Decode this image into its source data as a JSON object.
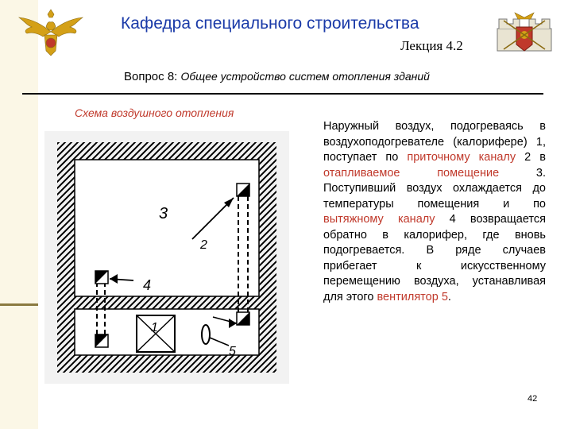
{
  "header": {
    "department": "Кафедра специального строительства",
    "lecture": "Лекция 4.2"
  },
  "question": {
    "label": "Вопрос 8:",
    "subject": "Общее устройство систем отопления зданий"
  },
  "figure": {
    "caption": "Схема воздушного отопления",
    "labels": {
      "room": "3",
      "supply": "2",
      "exhaust": "4",
      "heater": "1",
      "fan": "5"
    }
  },
  "description": {
    "t1": "Наружный воздух, подогреваясь в воздухоподогревателе (калорифере) ",
    "n1": "1",
    "t2": ", поступает по ",
    "r1": "приточному каналу ",
    "n2": "2",
    "t3": " в ",
    "r2": "отапливаемое помещение ",
    "n3": "3",
    "t4": ". Поступивший воздух охлаждается до температуры помещения и по ",
    "r3": "вытяжному каналу ",
    "n4": "4",
    "t5": " возвращается обратно в калорифер, где вновь подогревается. В ряде случаев прибегает к искусственному перемещению воздуха, устанавливая для этого ",
    "r4": "вентилятор ",
    "n5": "5",
    "t6": "."
  },
  "page_number": "42",
  "colors": {
    "title": "#1a3aa8",
    "accent_red": "#c0392b",
    "sidebar": "#fbf7e6"
  },
  "icons": {
    "left": "double-headed-eagle-emblem",
    "right": "military-engineering-emblem"
  }
}
